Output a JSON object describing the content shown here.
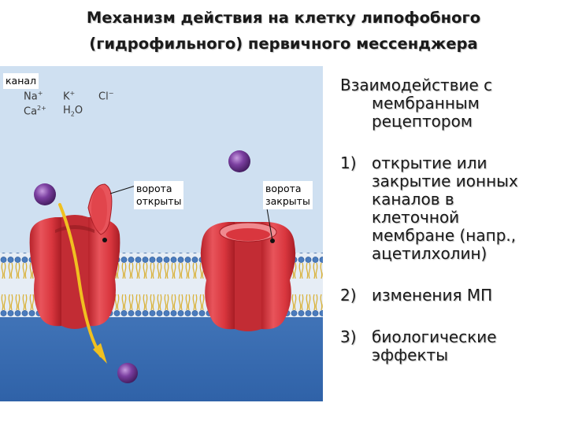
{
  "title": {
    "line1": "Механизм действия на клетку  липофобного",
    "line2": "(гидрофильного) первичного мессенджера"
  },
  "figure": {
    "label_channel": "канал",
    "label_gate_open": [
      "ворота",
      "открыты"
    ],
    "label_gate_closed": [
      "ворота",
      "закрыты"
    ],
    "ions": {
      "na": "Na",
      "na_charge": "+",
      "k": "K",
      "k_charge": "+",
      "cl": "Cl",
      "cl_charge": "−",
      "ca": "Ca",
      "ca_charge": "2+",
      "h2o_h": "H",
      "h2o_sub": "2",
      "h2o_o": "O"
    },
    "colors": {
      "extracellular": "#cfe0f1",
      "intracellular": "#3a6fb5",
      "channel": "#d9363e",
      "ligand": "#7b3fa0",
      "arrow": "#f0c020"
    }
  },
  "right": {
    "heading_line1": "Взаимодействие с",
    "heading_line2": "мембранным",
    "heading_line3": "рецептором",
    "items": [
      {
        "num": "1)",
        "lines": [
          "открытие или",
          "закрытие ионных",
          "каналов в",
          "клеточной",
          "мембране (напр.,",
          "ацетилхолин)"
        ]
      },
      {
        "num": "2)",
        "lines": [
          "изменения МП"
        ]
      },
      {
        "num": "3)",
        "lines": [
          "биологические",
          "эффекты"
        ]
      }
    ]
  }
}
